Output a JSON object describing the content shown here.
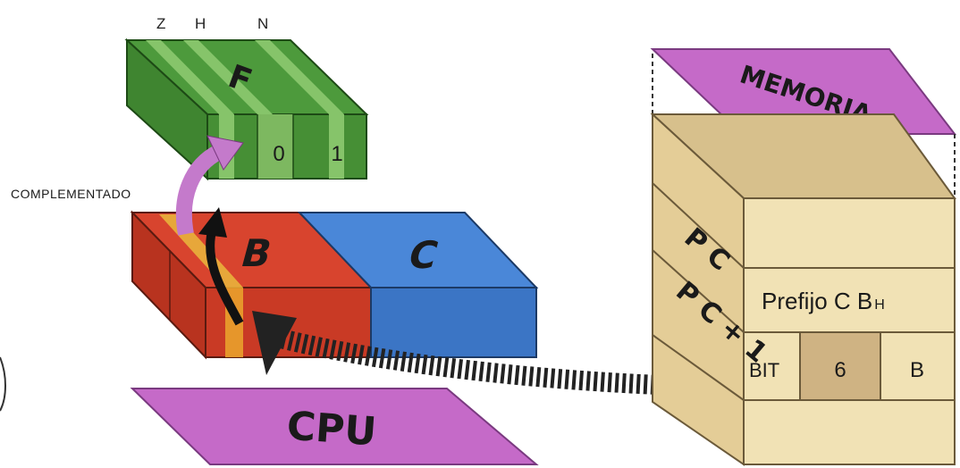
{
  "flags": {
    "z_label": "Z",
    "h_label": "H",
    "n_label": "N",
    "register_label": "F",
    "bit_zero": "0",
    "bit_one": "1"
  },
  "action_label": "COMPLEMENTADO",
  "cpu": {
    "label": "CPU",
    "register_b": "B",
    "register_c": "C"
  },
  "memory": {
    "label": "MEMORIA",
    "pc_label": "P C",
    "pc_plus_one_label": "P C + 1",
    "prefix_label": "Prefijo C B",
    "prefix_suffix": "H",
    "bit_label": "BIT",
    "bit_number": "6",
    "register_operand": "B"
  },
  "colors": {
    "flag_register": "#4d9a3c",
    "register_b": "#d8442e",
    "register_c": "#4a87d8",
    "cpu_plane": "#c56ac8",
    "memory_plane": "#c56ac8",
    "memory_block": "#ecd9a4",
    "memory_highlight": "#cfb383",
    "arrow": "#c47acb"
  }
}
